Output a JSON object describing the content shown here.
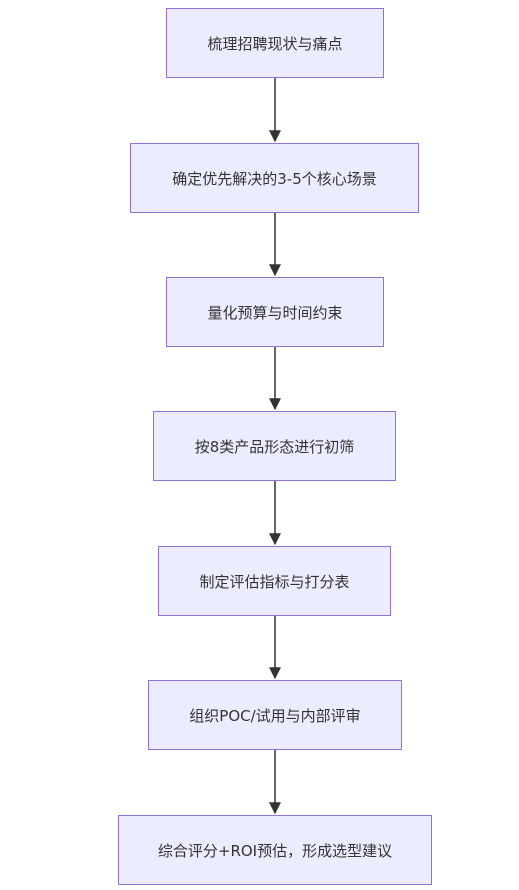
{
  "flowchart": {
    "nodes": [
      {
        "label": "梳理招聘现状与痛点"
      },
      {
        "label": "确定优先解决的3-5个核心场景"
      },
      {
        "label": "量化预算与时间约束"
      },
      {
        "label": "按8类产品形态进行初筛"
      },
      {
        "label": "制定评估指标与打分表"
      },
      {
        "label": "组织POC/试用与内部评审"
      },
      {
        "label": "综合评分+ROI预估，形成选型建议"
      }
    ],
    "colors": {
      "node_fill": "#ececff",
      "node_border": "#9370db",
      "edge": "#333333",
      "text": "#333333"
    }
  }
}
